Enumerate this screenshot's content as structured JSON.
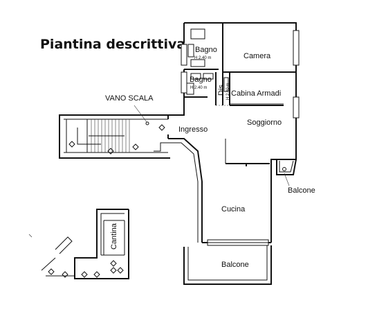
{
  "title": "Piantina descrittiva",
  "rooms": {
    "bagno_1": "Bagno",
    "bagno_1_height": "H 2.40 m",
    "bagno_2": "Bagno",
    "bagno_2_height": "H 2.40 m",
    "camera": "Camera",
    "dis": "Dis.",
    "dis_height": "H 2.40 m",
    "cabina_armadi": "Cabina Armadi",
    "vano_scala": "VANO SCALA",
    "ingresso": "Ingresso",
    "soggiorno": "Soggiorno",
    "balcone_side": "Balcone",
    "cucina": "Cucina",
    "balcone_bottom": "Balcone",
    "cantina": "Cantina"
  }
}
